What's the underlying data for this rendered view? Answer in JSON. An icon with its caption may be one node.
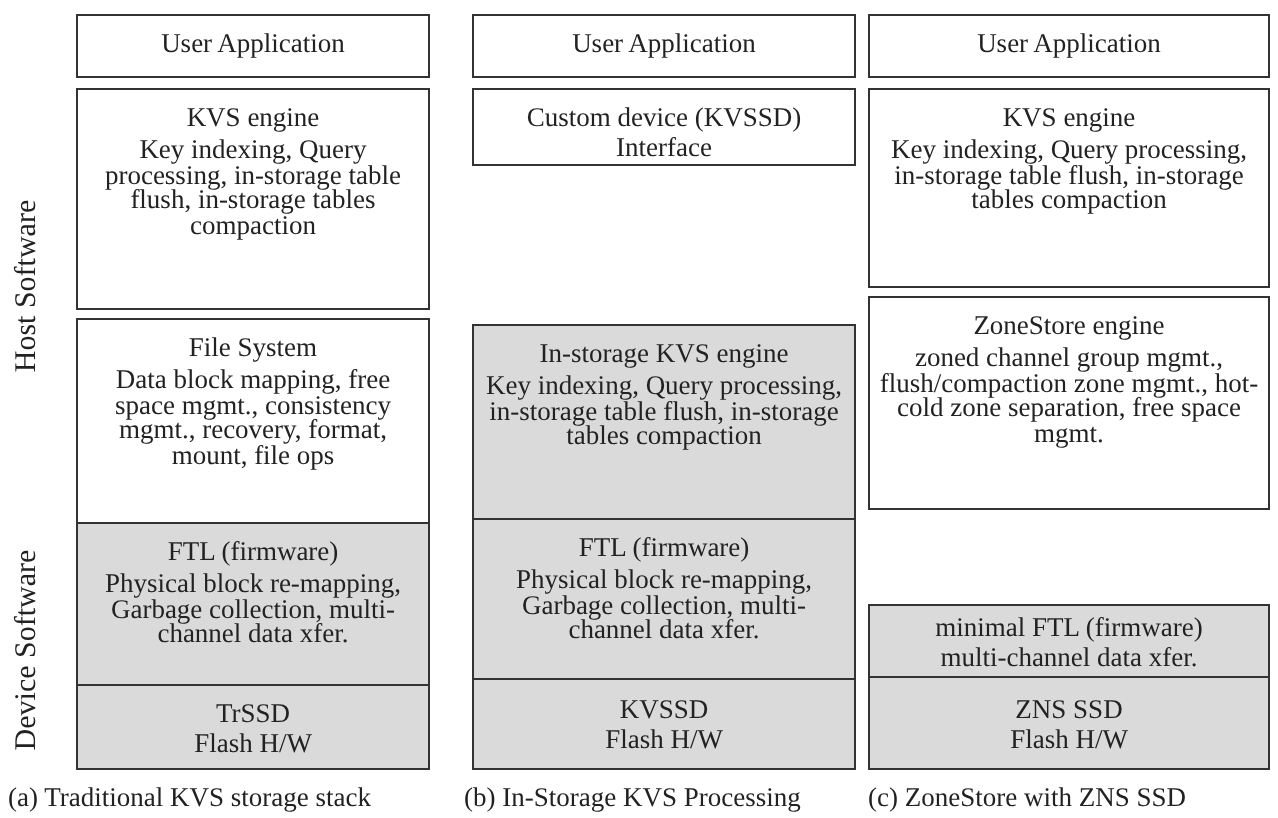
{
  "diagram": {
    "nodes": [
      {
        "text": [
          "User Application"
        ]
      },
      {
        "text": [
          "KVS engine",
          "Key indexing, Query processing, in-storage table flush, in-storage tables compaction"
        ]
      },
      {
        "text": [
          "File System",
          "Data block mapping, free space mgmt., consistency mgmt., recovery, format, mount, file ops"
        ]
      },
      {
        "text": [
          "FTL (firmware)",
          "Physical block re-mapping, Garbage collection, multi-channel data xfer."
        ]
      },
      {
        "text": [
          "TrSSD",
          "Flash H/W"
        ]
      },
      {
        "text": [
          "User Application"
        ]
      },
      {
        "text": [
          "Custom device (KVSSD) Interface"
        ]
      },
      {
        "text": [
          "In-storage KVS engine",
          "Key indexing, Query processing, in-storage table flush, in-storage tables compaction"
        ]
      },
      {
        "text": [
          "FTL (firmware)",
          "Physical block re-mapping, Garbage collection, multi-channel data xfer."
        ]
      },
      {
        "text": [
          "KVSSD",
          "Flash H/W"
        ]
      },
      {
        "text": [
          "User Application"
        ]
      },
      {
        "text": [
          "KVS engine",
          "Key indexing, Query processing, in-storage table flush, in-storage tables compaction"
        ]
      },
      {
        "text": [
          "ZoneStore engine",
          "zoned channel group mgmt., flush/compaction zone mgmt., hot-cold zone separation, free space mgmt."
        ]
      },
      {
        "text": [
          "minimal FTL (firmware)",
          "multi-channel data xfer."
        ]
      },
      {
        "text": [
          "ZNS SSD",
          "Flash H/W"
        ]
      }
    ],
    "edges": [],
    "labels": [
      "Host Software",
      "Device Software",
      "(a) Traditional KVS storage stack",
      "(b) In-Storage KVS Processing",
      "(c) ZoneStore with ZNS SSD"
    ]
  }
}
